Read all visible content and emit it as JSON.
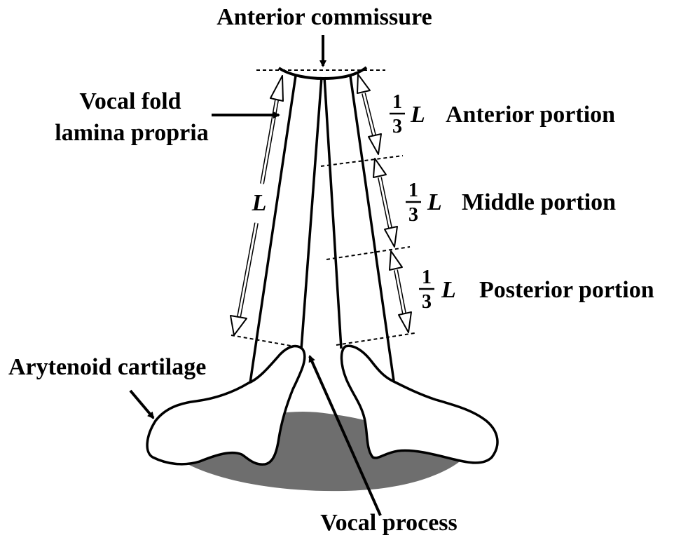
{
  "labels": {
    "anterior_commissure": "Anterior commissure",
    "vocal_fold_line1": "Vocal fold",
    "vocal_fold_line2": "lamina propria",
    "arytenoid_cartilage": "Arytenoid cartilage",
    "vocal_process": "Vocal process",
    "length_symbol": "L"
  },
  "portions": [
    {
      "numerator": "1",
      "denominator": "3",
      "symbol": "L",
      "name": "Anterior portion"
    },
    {
      "numerator": "1",
      "denominator": "3",
      "symbol": "L",
      "name": "Middle portion"
    },
    {
      "numerator": "1",
      "denominator": "3",
      "symbol": "L",
      "name": "Posterior portion"
    }
  ],
  "colors": {
    "ink": "#000000",
    "shadow": "#6e6e6e",
    "paper": "#ffffff"
  }
}
